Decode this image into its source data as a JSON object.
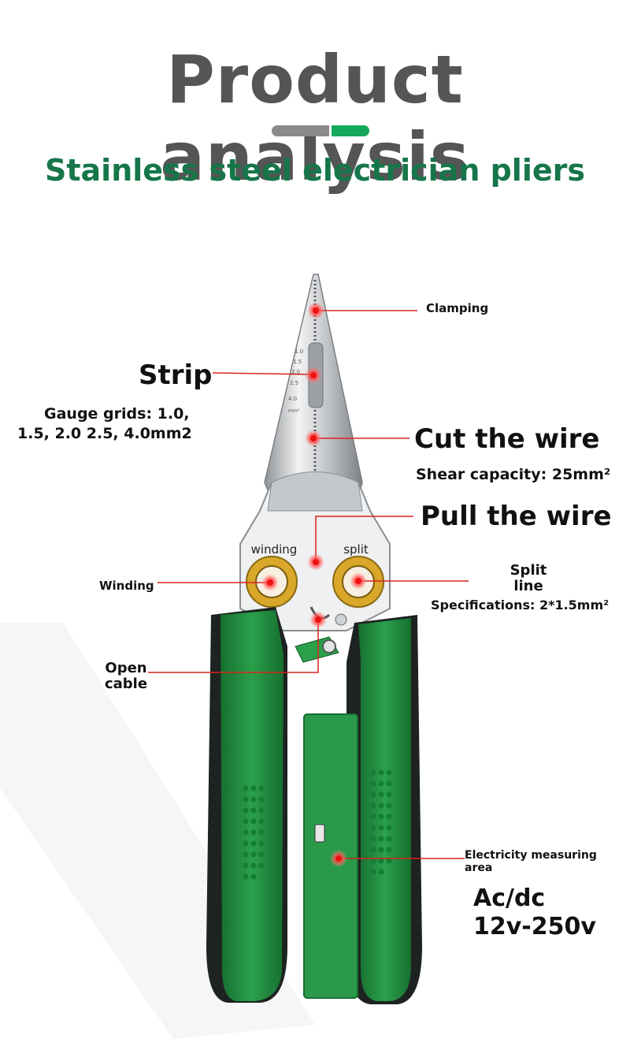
{
  "header": {
    "title": "Product analysis",
    "subtitle": "Stainless steel electrician pliers"
  },
  "colors": {
    "title": "#555555",
    "accent_green": "#16764a",
    "bar_gray": "#8a8a8a",
    "bar_green": "#14a85a",
    "callout_red": "#d9231f",
    "handle_green": "#1f8f3e",
    "handle_dark": "#1d2320",
    "ring_yellow": "#d9a72a"
  },
  "labels": {
    "clamping": "Clamping",
    "strip": "Strip",
    "gauge": "Gauge grids: 1.0, 1.5, 2.0 2.5, 4.0mm2",
    "gauge_line1": "Gauge grids: 1.0,",
    "gauge_line2": "1.5, 2.0 2.5, 4.0mm2",
    "cut_wire": "Cut the wire",
    "shear": "Shear capacity: 25mm²",
    "pull_wire": "Pull the wire",
    "winding": "Winding",
    "split_line_1": "Split",
    "split_line_2": "line",
    "split_spec": "Specifications: 2*1.5mm²",
    "open_cable_1": "Open",
    "open_cable_2": "cable",
    "measure_1": "Electricity measuring",
    "measure_2": "area",
    "voltage_1": "Ac/dc",
    "voltage_2": "12v-250v"
  },
  "tool_markings": {
    "winding": "winding",
    "split": "split",
    "gauge_ticks": [
      "1.0",
      "1.5",
      "2.0",
      "2.5",
      "4.0"
    ],
    "gauge_unit": "mm²"
  }
}
